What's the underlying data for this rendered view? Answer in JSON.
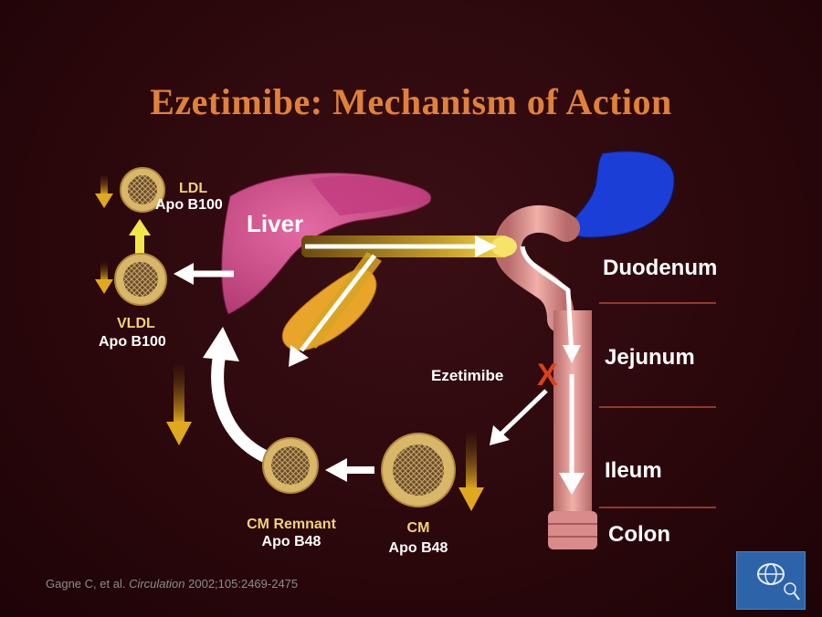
{
  "title": "Ezetimibe: Mechanism of Action",
  "labels": {
    "liver": "Liver",
    "ldl": "LDL",
    "ldl_apo": "Apo B100",
    "vldl": "VLDL",
    "vldl_apo": "Apo B100",
    "ezetimibe": "Ezetimibe",
    "block_mark": "X",
    "cm_remnant": "CM Remnant",
    "cm_remnant_apo": "Apo B48",
    "cm": "CM",
    "cm_apo": "Apo B48",
    "duodenum": "Duodenum",
    "jejunum": "Jejunum",
    "ileum": "Ileum",
    "colon": "Colon"
  },
  "citation": {
    "authors": "Gagne C, et al.",
    "journal": "Circulation",
    "ref": "2002;105:2469-2475"
  },
  "colors": {
    "title": "#e0813a",
    "liver": "#c94a86",
    "gallbladder": "#e8a52a",
    "stomach": "#1b3fd6",
    "intestine": "#d98a8a",
    "arrow": "#ffffff",
    "down_arrow": "#d9a322",
    "up_arrow": "#f3e64a",
    "block": "#d8411d"
  },
  "icons": {
    "logo": "institution-logo-icon"
  }
}
